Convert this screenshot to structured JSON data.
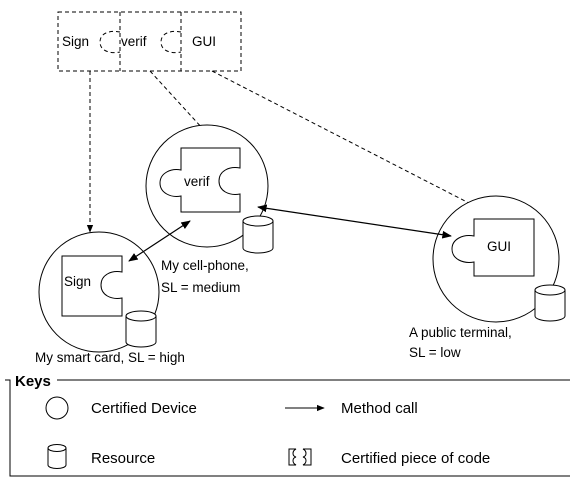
{
  "component_bar": {
    "labels": [
      "Sign",
      "verif",
      "GUI"
    ]
  },
  "devices": {
    "cell_phone": {
      "piece_label": "verif",
      "caption_line1": "My cell-phone,",
      "caption_line2": "SL = medium"
    },
    "smart_card": {
      "piece_label": "Sign",
      "caption": "My smart card, SL = high"
    },
    "public_terminal": {
      "piece_label": "GUI",
      "caption_line1": "A public terminal,",
      "caption_line2": "SL = low"
    }
  },
  "keys": {
    "title": "Keys",
    "items": {
      "certified_device": "Certified Device",
      "method_call": "Method call",
      "resource": "Resource",
      "certified_code": "Certified piece of code"
    }
  }
}
